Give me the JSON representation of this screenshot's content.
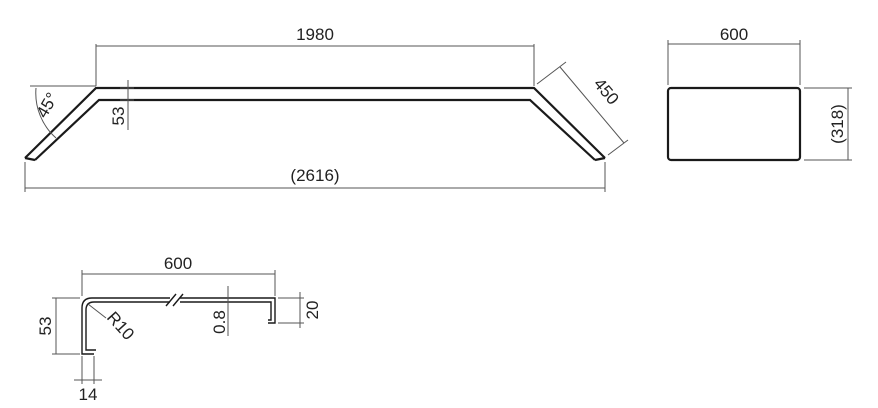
{
  "colors": {
    "line": "#1a1a1a",
    "dimension": "#555555",
    "text": "#222222",
    "background": "#ffffff"
  },
  "top_view": {
    "length_top": "1980",
    "slope_length": "450",
    "overall_length": "(2616)",
    "bend_height": "53",
    "angle": "45°"
  },
  "end_view": {
    "width": "600",
    "height": "(318)"
  },
  "section": {
    "width": "600",
    "height": "53",
    "flange_width": "14",
    "radius": "R10",
    "thickness": "0.8",
    "drip_height": "20"
  }
}
